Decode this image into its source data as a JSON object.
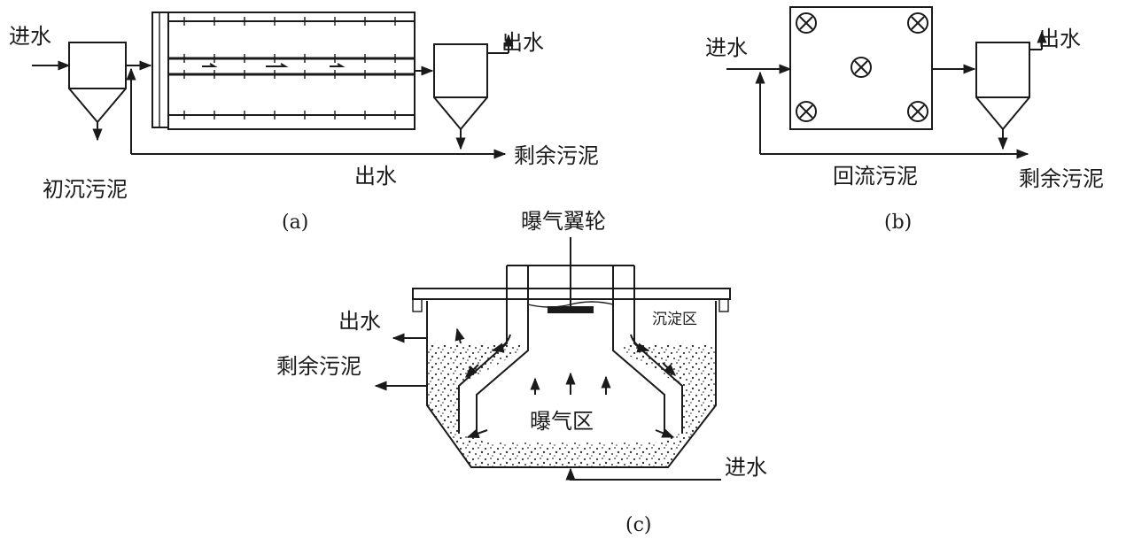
{
  "diagram_a": {
    "inlet": "进水",
    "outlet_top": "出水",
    "outlet_bottom": "出水",
    "primary_sludge": "初沉污泥",
    "excess_sludge": "剩余污泥",
    "caption": "(a)"
  },
  "diagram_b": {
    "inlet": "进水",
    "outlet": "出水",
    "return_sludge": "回流污泥",
    "excess_sludge": "剩余污泥",
    "caption": "(b)"
  },
  "diagram_c": {
    "impeller": "曝气翼轮",
    "outlet": "出水",
    "excess_sludge": "剩余污泥",
    "settling_zone": "沉淀区",
    "aeration_zone": "曝气区",
    "inlet": "进水",
    "caption": "(c)"
  }
}
